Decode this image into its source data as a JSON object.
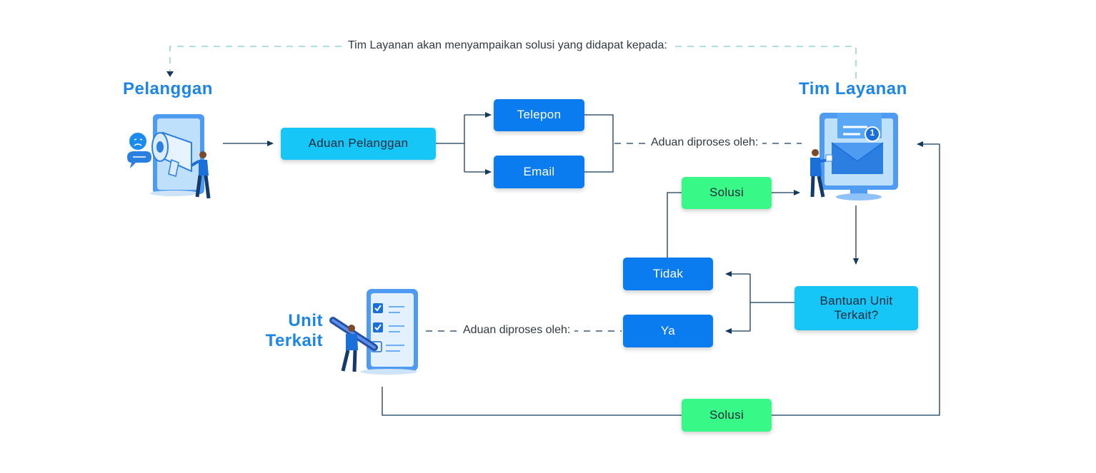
{
  "top_note": "Tim Layanan akan menyampaikan solusi yang didapat kepada:",
  "actors": {
    "pelanggan": "Pelanggan",
    "tim_layanan": "Tim Layanan",
    "unit_terkait": "Unit Terkait"
  },
  "boxes": {
    "aduan_pelanggan": "Aduan Pelanggan",
    "telepon": "Telepon",
    "email": "Email",
    "solusi_top": "Solusi",
    "tidak": "Tidak",
    "ya": "Ya",
    "bantuan_unit": "Bantuan Unit Terkait?",
    "solusi_bottom": "Solusi"
  },
  "notes": {
    "diproses_layanan": "Aduan diproses oleh:",
    "diproses_unit": "Aduan diproses oleh:"
  },
  "badge_count": "1",
  "colors": {
    "primary_blue": "#0b7cf0",
    "cyan": "#16c6f7",
    "green": "#38f887",
    "heading_blue": "#1c86e8",
    "line": "#153a5b",
    "dashed_top": "#7fc9c9"
  }
}
